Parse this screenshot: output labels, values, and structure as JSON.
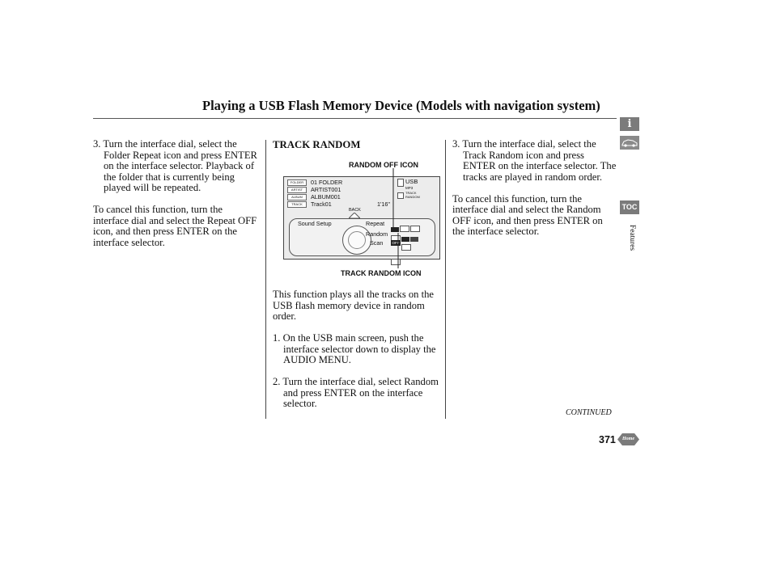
{
  "page": {
    "title": "Playing a USB Flash Memory Device (Models with navigation system)",
    "continued": "CONTINUED",
    "page_number": "371",
    "home_label": "Home",
    "side_section_label": "Features",
    "toc_label": "TOC"
  },
  "left_column": {
    "step3": "3. Turn the interface dial, select the Folder Repeat icon and press ENTER on the interface selector. Playback of the folder that is currently being played will be repeated.",
    "cancel": "To cancel this function, turn the interface dial and select the Repeat OFF icon, and then press ENTER on the interface selector."
  },
  "middle_column": {
    "heading": "TRACK RANDOM",
    "callout_top": "RANDOM OFF ICON",
    "callout_bottom": "TRACK RANDOM ICON",
    "intro": "This function plays all the tracks on the USB flash memory device in random order.",
    "step1": "1. On the USB main screen, push the interface selector down to display the AUDIO MENU.",
    "step2": "2. Turn the interface dial, select Random and press ENTER on the interface selector."
  },
  "screen": {
    "folder_tag": "FOLDER",
    "folder": "01 FOLDER",
    "artist_tag": "ARTIST",
    "artist": "ARTIST001",
    "album_tag": "ALBUM",
    "album": "ALBUM001",
    "track_tag": "TRACK",
    "track": "Track01",
    "time": "1'16\"",
    "usb": "USB",
    "format": "MP3",
    "mode": "TRACK RANDOM",
    "back": "BACK",
    "sound_setup": "Sound Setup",
    "repeat": "Repeat",
    "random": "Random",
    "scan": "Scan",
    "off": "OFF"
  },
  "right_column": {
    "step3": "3. Turn the interface dial, select the Track Random icon and press ENTER on the interface selector. The tracks are played in random order.",
    "cancel": "To cancel this function, turn the interface dial and select the Random OFF icon, and then press ENTER on the interface selector."
  }
}
